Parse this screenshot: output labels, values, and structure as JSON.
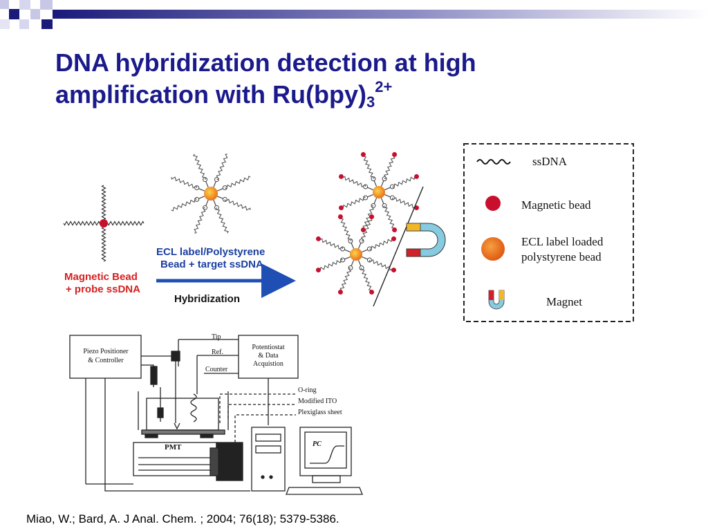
{
  "slide": {
    "title_main": "DNA hybridization detection at high amplification with Ru(bpy)",
    "title_sub": "3",
    "title_sup": "2+",
    "citation": "Miao, W.; Bard, A. J  Anal. Chem. ; 2004; 76(18); 5379-5386."
  },
  "scheme": {
    "step1_label_line1": "Magnetic Bead",
    "step1_label_line2": "+ probe ssDNA",
    "step2_label_line1": "ECL label/Polystyrene",
    "step2_label_line2": "Bead + target ssDNA",
    "arrow_label": "Hybridization"
  },
  "legend": {
    "items": [
      {
        "label": "ssDNA"
      },
      {
        "label": "Magnetic bead"
      },
      {
        "label_line1": "ECL label loaded",
        "label_line2": "polystyrene bead"
      },
      {
        "label": "Magnet"
      }
    ]
  },
  "apparatus": {
    "piezo_line1": "Piezo Positioner",
    "piezo_line2": "& Controller",
    "potentiostat_line1": "Potentiostat",
    "potentiostat_line2": "& Data",
    "potentiostat_line3": "Acquistion",
    "tip": "Tip",
    "ref": "Ref.",
    "counter": "Counter",
    "oring": "O-ring",
    "modified_ito": "Modified ITO",
    "plexiglass": "Plexiglass sheet",
    "pmt": "PMT",
    "pc": "PC"
  },
  "colors": {
    "title": "#1a1a8c",
    "label_red": "#d62020",
    "label_blue": "#1a3fa0",
    "arrow": "#1f4fb5",
    "magnetic_bead": "#c8102e",
    "ecl_bead": "#e8731c",
    "magnet_red": "#d21f2a",
    "magnet_yellow": "#f0b72a",
    "magnet_blue": "#86cbe0"
  }
}
